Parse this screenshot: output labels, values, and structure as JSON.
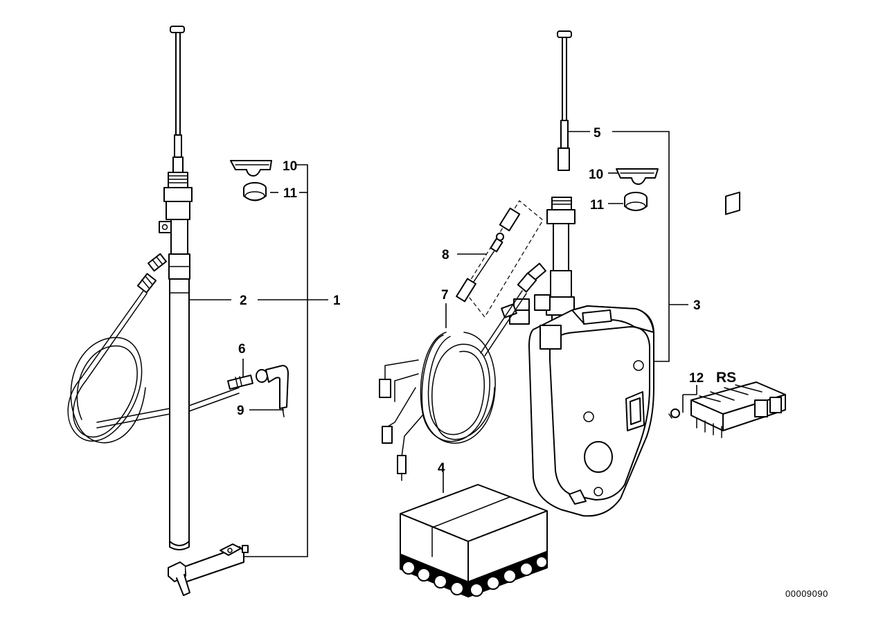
{
  "callouts": {
    "c1": "1",
    "c2": "2",
    "c3": "3",
    "c4": "4",
    "c5": "5",
    "c6": "6",
    "c7": "7",
    "c8": "8",
    "c9": "9",
    "c10_left": "10",
    "c11_left": "11",
    "c10_right": "10",
    "c11_right": "11",
    "c12": "12",
    "rs": "RS"
  },
  "diagram_code": "00009090"
}
